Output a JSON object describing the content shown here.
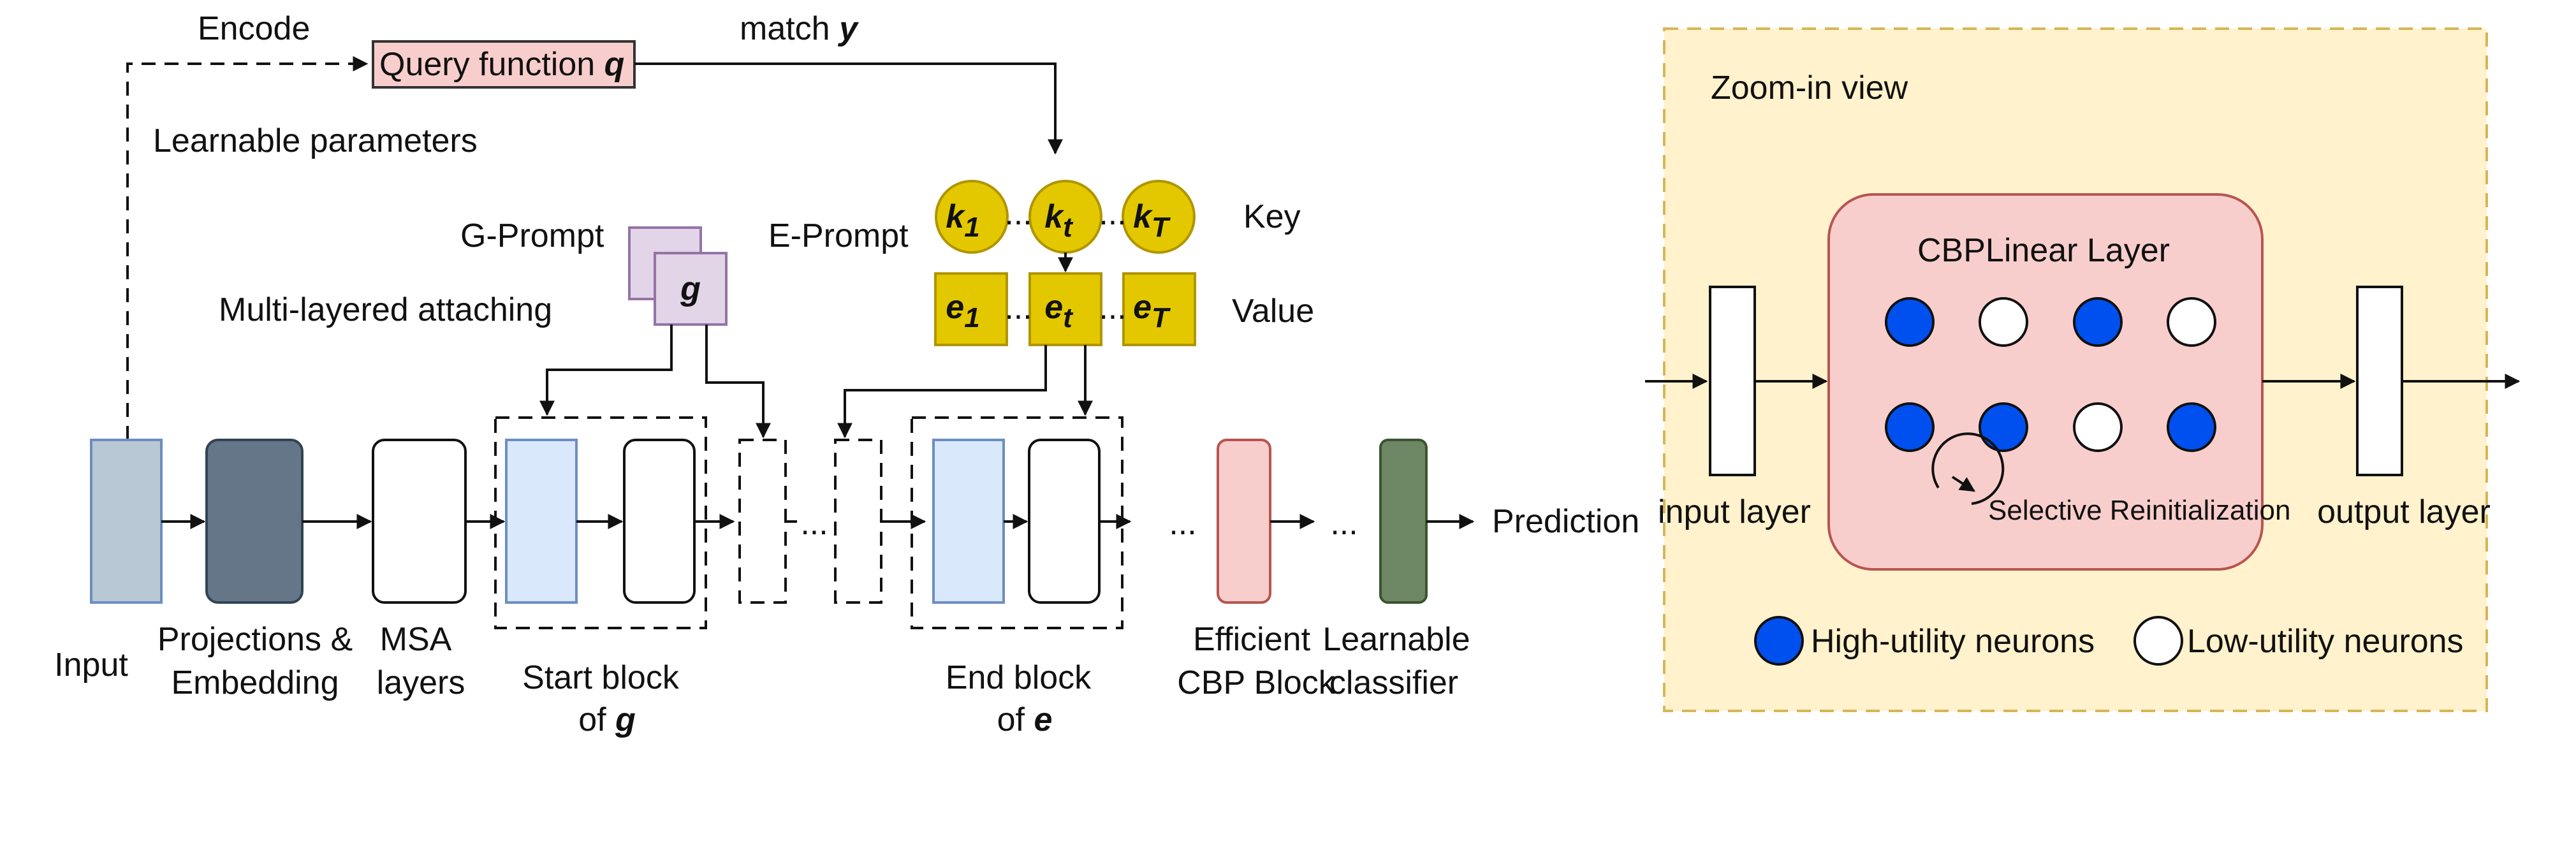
{
  "top": {
    "encode_label": "Encode",
    "query_label": "Query function",
    "query_var": "q",
    "match_label": "match",
    "match_var": "y",
    "learnable_params_label": "Learnable parameters"
  },
  "prompts": {
    "g_prompt_label": "G-Prompt",
    "g_var": "g",
    "multi_layer_label": "Multi-layered attaching",
    "e_prompt_label": "E-Prompt",
    "key_label": "Key",
    "value_label": "Value",
    "keys": [
      {
        "base": "k",
        "sub": "1"
      },
      {
        "base": "k",
        "sub": "t"
      },
      {
        "base": "k",
        "sub": "T"
      }
    ],
    "values": [
      {
        "base": "e",
        "sub": "1"
      },
      {
        "base": "e",
        "sub": "t"
      },
      {
        "base": "e",
        "sub": "T"
      }
    ],
    "ellipsis": "..."
  },
  "pipeline": {
    "input_label": "Input",
    "proj_label_1": "Projections &",
    "proj_label_2": "Embedding",
    "msa_label_1": "MSA",
    "msa_label_2": "layers",
    "start_label_1": "Start block",
    "start_label_2": "of",
    "start_var": "g",
    "end_label_1": "End block",
    "end_label_2": "of",
    "end_var": "e",
    "cbp_label_1": "Efficient",
    "cbp_label_2": "CBP Block",
    "classifier_label_1": "Learnable",
    "classifier_label_2": "classifier",
    "prediction_label": "Prediction",
    "ellipsis": "..."
  },
  "zoom": {
    "title": "Zoom-in view",
    "layer_title": "CBPLinear Layer",
    "input_layer_label": "input layer",
    "output_layer_label": "output layer",
    "reinit_label": "Selective Reinitialization",
    "legend_high": "High-utility neurons",
    "legend_low": "Low-utility neurons",
    "neurons_row1": [
      "high",
      "low",
      "high",
      "low"
    ],
    "neurons_row2": [
      "high",
      "high",
      "low",
      "high"
    ]
  },
  "colors": {
    "query_fill": "#f8cecc",
    "input_fill": "#b9c8d5",
    "proj_fill": "#647687",
    "block_fill": "#dae8fc",
    "cbp_fill": "#f8cecc",
    "classifier_fill": "#6d8764",
    "prompt_fill": "#e1d5e7",
    "key_fill": "#e3c800",
    "zoom_fill": "#fff2cc",
    "zoom_stroke": "#d6b656",
    "cbp_layer_fill": "#f8cecc",
    "high_neuron": "#0050ef",
    "low_neuron": "#ffffff"
  }
}
